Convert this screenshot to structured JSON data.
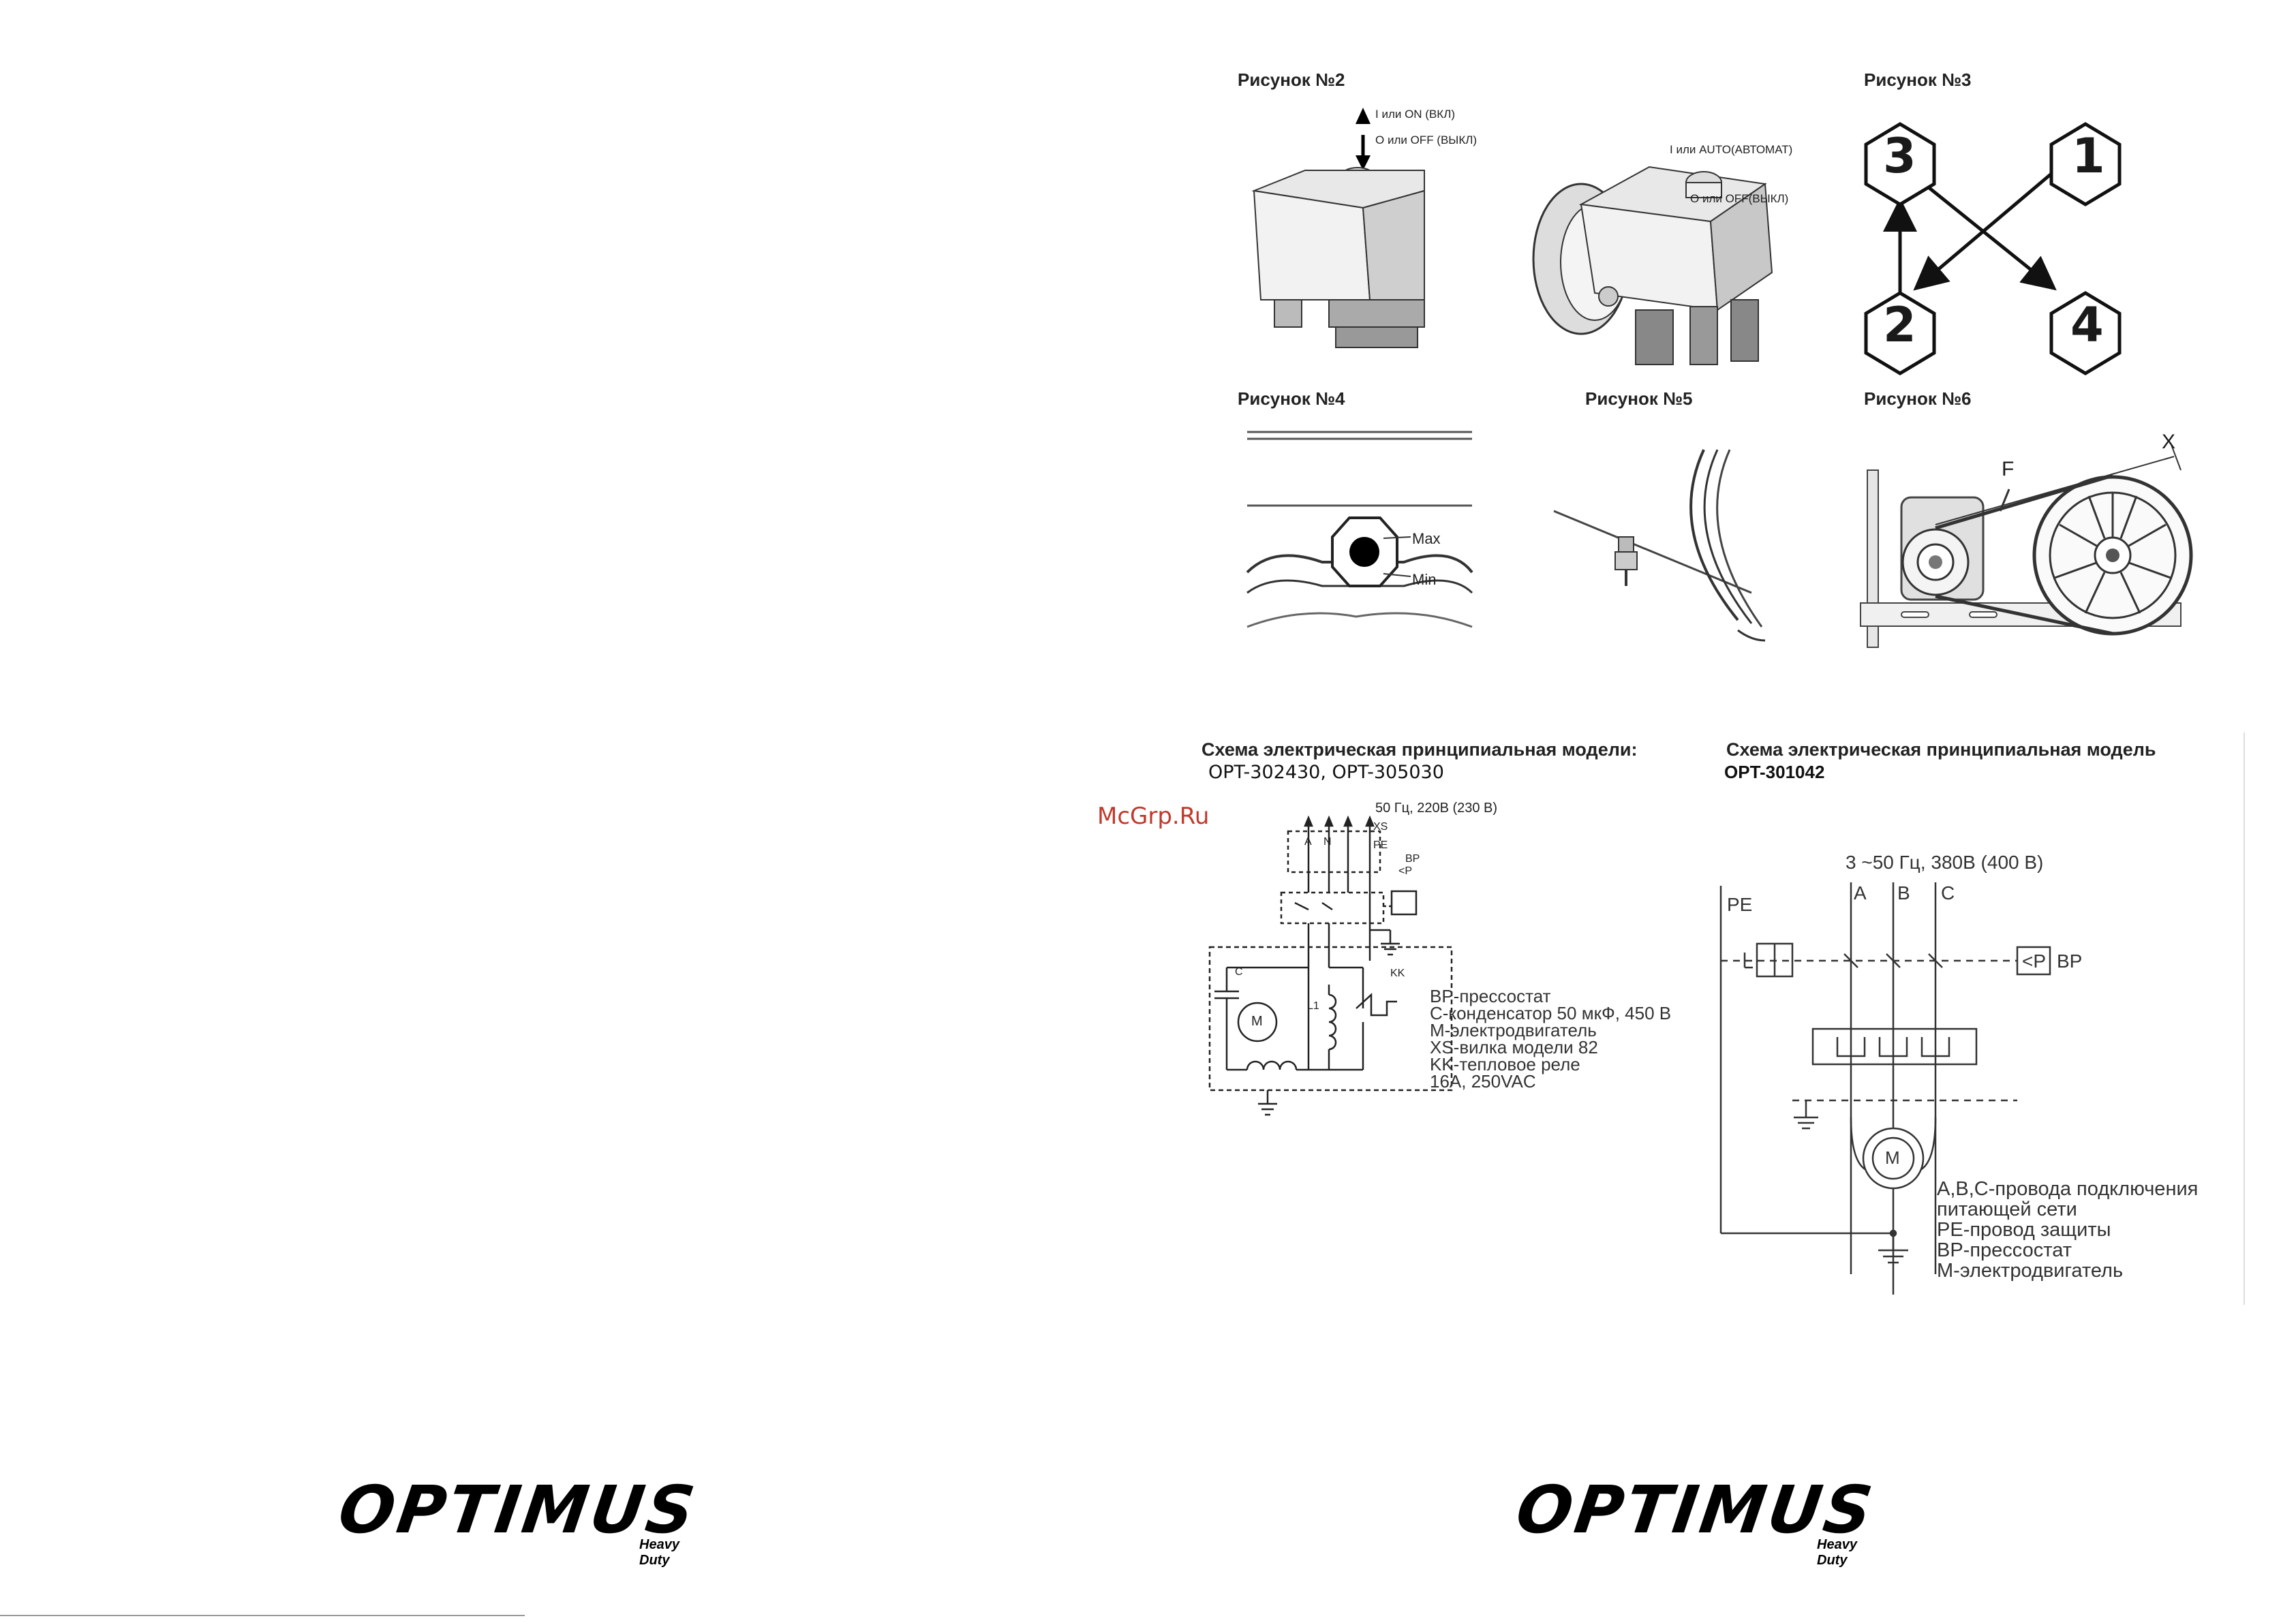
{
  "figures": {
    "fig2": {
      "title": "Рисунок №2",
      "on_label": "I или ON (ВКЛ)",
      "off_label": "O или OFF (ВЫКЛ)",
      "auto_label": "I или AUTO(АВТОМАТ)",
      "off_label2": "O или OFF(ВЫКЛ)"
    },
    "fig3": {
      "title": "Рисунок №3",
      "n1": "1",
      "n2": "2",
      "n3": "3",
      "n4": "4"
    },
    "fig4": {
      "title": "Рисунок №4",
      "max": "Max",
      "min": "Min"
    },
    "fig5": {
      "title": "Рисунок №5"
    },
    "fig6": {
      "title": "Рисунок №6",
      "f": "F",
      "x": "X"
    }
  },
  "schema1": {
    "title": "Схема электрическая принципиальная модели:",
    "models": "OPT-302430, OPT-305030",
    "supply": "50 Гц, 220В (230 В)",
    "a": "A",
    "n": "N",
    "xs": "XS",
    "pe": "PE",
    "bp": "BP",
    "p": "<P",
    "c": "C",
    "m": "M",
    "l1": "L1",
    "kk": "KK",
    "legend": [
      "BP-прессостат",
      "C-конденсатор 50 мкФ, 450 В",
      "M-электродвигатель",
      "XS-вилка модели 82",
      "KK-тепловое реле",
      "16A, 250VAC"
    ]
  },
  "schema2": {
    "title": "Схема электрическая принципиальная модель",
    "models": "OPT-301042",
    "supply": "3 ~50 Гц, 380В (400 В)",
    "pe": "PE",
    "a": "A",
    "b": "B",
    "c": "C",
    "p": "<P",
    "bp": "BP",
    "m": "M",
    "legend": [
      "A,B,C-провода подключения",
      "питающей сети",
      "PE-провод защиты",
      "BP-прессостат",
      "M-электродвигатель"
    ]
  },
  "watermark": "McGrp.Ru",
  "logo": {
    "word": "OPTIMUS",
    "sub": "Heavy Duty"
  }
}
